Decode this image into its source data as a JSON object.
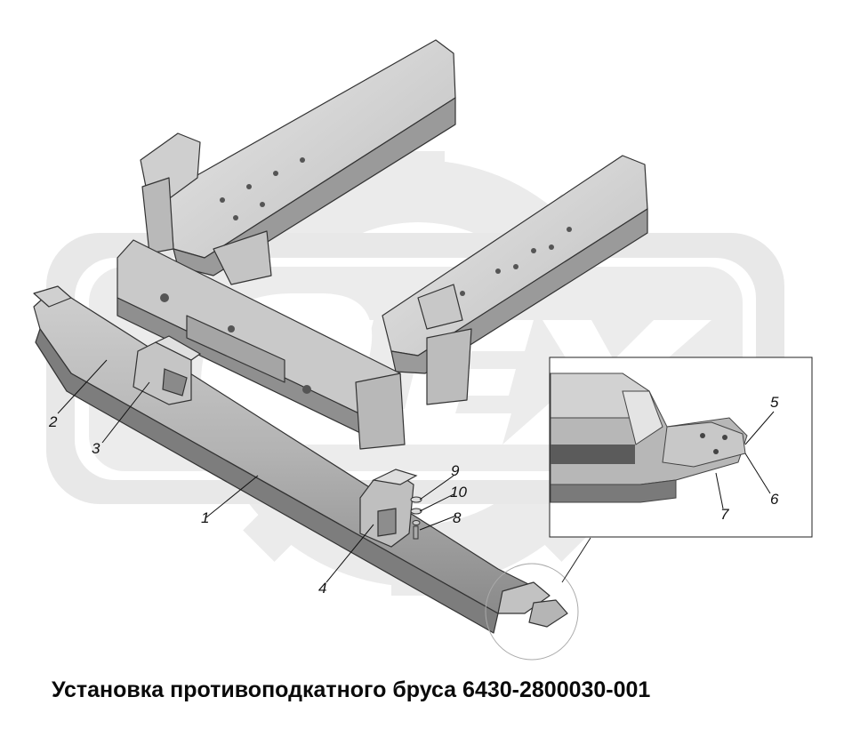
{
  "caption": "Установка противоподкатного бруса 6430-2800030-001",
  "watermark_text": "OLEX",
  "callouts": {
    "c1": "1",
    "c2": "2",
    "c3": "3",
    "c4": "4",
    "c5": "5",
    "c6": "6",
    "c7": "7",
    "c8": "8",
    "c9": "9",
    "c10": "10"
  },
  "colors": {
    "metal_light": "#d6d6d6",
    "metal_mid": "#a9a9a9",
    "metal_dark": "#6e6e6e",
    "watermark": "#e6e6e6",
    "line": "#222222"
  }
}
